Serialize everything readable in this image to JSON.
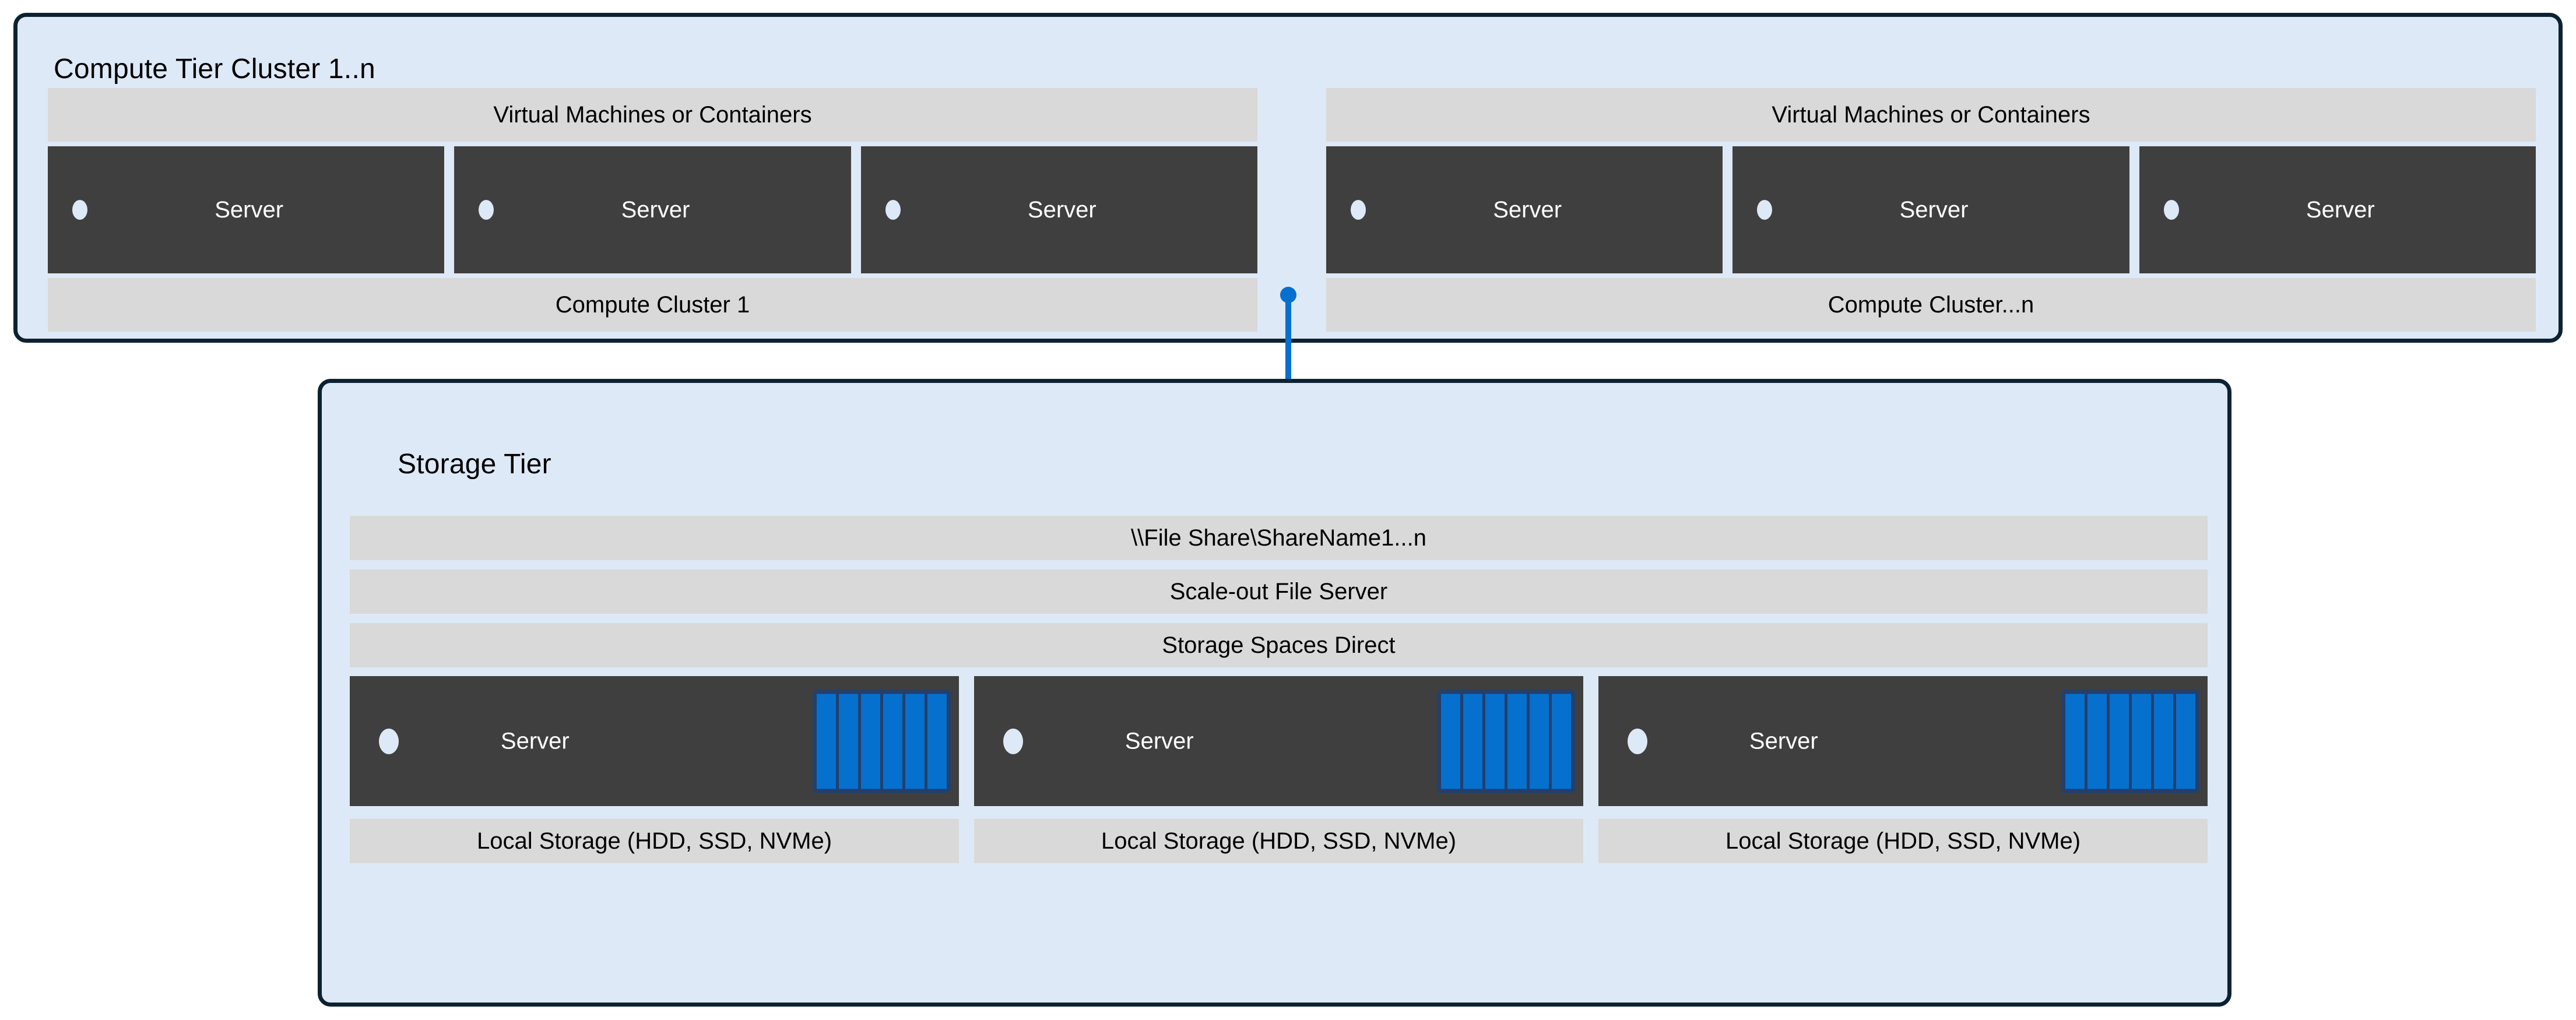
{
  "colors": {
    "tier_background": "#DEE9F7",
    "tier_border": "#0D2231",
    "band_gray": "#D9D9D9",
    "server_dark": "#3F3F3F",
    "accent_blue": "#0670CE",
    "disk_frame_navy": "#233F6C",
    "led": "#DEE9F7",
    "server_text": "#FFFFFF"
  },
  "compute_tier": {
    "title": "Compute Tier Cluster 1..n",
    "clusters": [
      {
        "top_band": "Virtual Machines or Containers",
        "bottom_band": "Compute Cluster 1",
        "servers": [
          {
            "label": "Server"
          },
          {
            "label": "Server"
          },
          {
            "label": "Server"
          }
        ]
      },
      {
        "top_band": "Virtual Machines or Containers",
        "bottom_band": "Compute Cluster...n",
        "servers": [
          {
            "label": "Server"
          },
          {
            "label": "Server"
          },
          {
            "label": "Server"
          }
        ]
      }
    ]
  },
  "connector": {
    "icon": "folder-icon",
    "color": "#0670CE"
  },
  "storage_tier": {
    "title": "Storage Tier",
    "bands": [
      "\\\\File Share\\ShareName1...n",
      "Scale-out File Server",
      "Storage Spaces Direct"
    ],
    "nodes": [
      {
        "label": "Server",
        "caption": "Local Storage (HDD, SSD, NVMe)",
        "disks": 6
      },
      {
        "label": "Server",
        "caption": "Local Storage (HDD, SSD, NVMe)",
        "disks": 6
      },
      {
        "label": "Server",
        "caption": "Local Storage (HDD, SSD, NVMe)",
        "disks": 6
      }
    ]
  }
}
